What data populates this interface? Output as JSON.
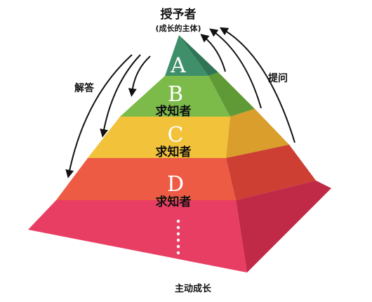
{
  "header": {
    "title": "授予者",
    "subtitle": "(成长的主体)"
  },
  "labels": {
    "left": "解答",
    "right": "提问",
    "bottom": "主动成长"
  },
  "tiers": [
    {
      "letter": "A",
      "role": ""
    },
    {
      "letter": "B",
      "role": "求知者"
    },
    {
      "letter": "C",
      "role": "求知者"
    },
    {
      "letter": "D",
      "role": "求知者"
    }
  ],
  "colors": {
    "tier_a": [
      "#3f8f6a",
      "#2f7555"
    ],
    "tier_b": [
      "#7cba4a",
      "#5f9a36"
    ],
    "tier_c": [
      "#f2c23a",
      "#d99e2b"
    ],
    "tier_d": [
      "#ee5b45",
      "#cc3f32"
    ],
    "tier_base": [
      "#e93e63",
      "#c02a47"
    ]
  }
}
